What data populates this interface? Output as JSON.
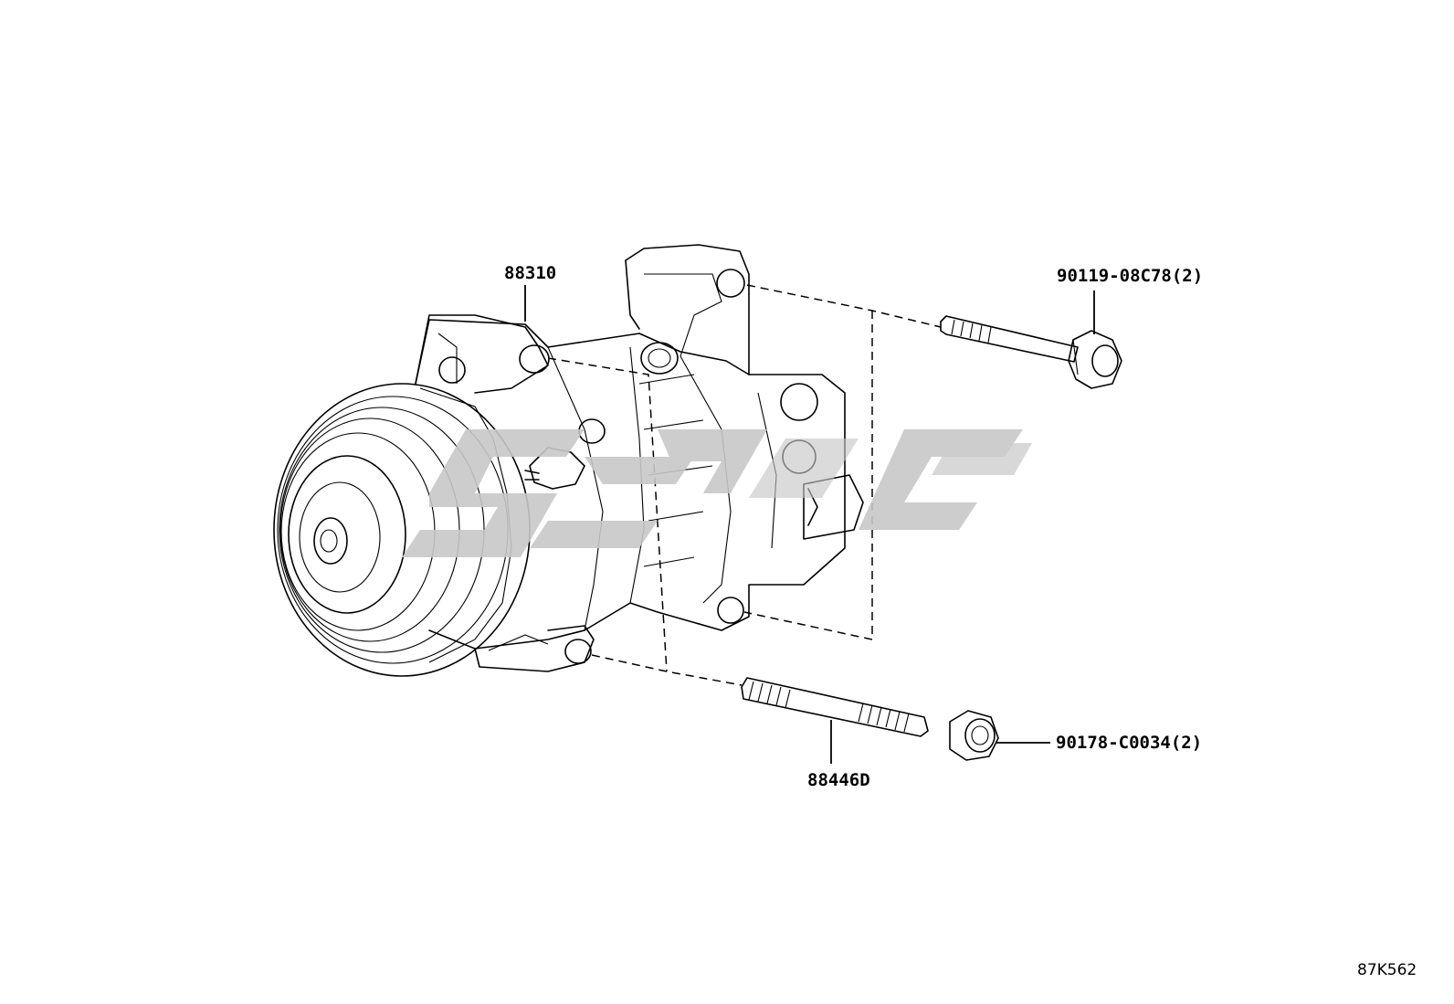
{
  "diagram": {
    "parts": [
      {
        "id": "compressor",
        "label": "88310"
      },
      {
        "id": "bolt",
        "label": "90119-08C78(2)"
      },
      {
        "id": "stud",
        "label": "88446D"
      },
      {
        "id": "nut",
        "label": "90178-C0034(2)"
      }
    ],
    "reference_code": "87K562",
    "watermark": {
      "color": "#c8c8c8",
      "icon": "logo-watermark"
    },
    "line_color": "#000000"
  }
}
